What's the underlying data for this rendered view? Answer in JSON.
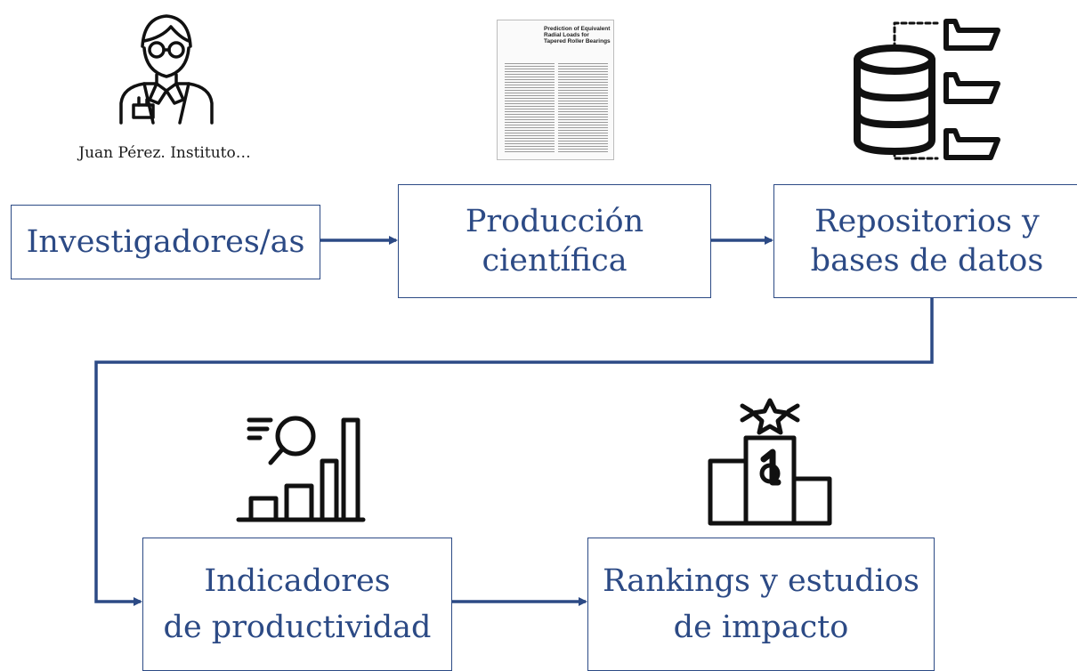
{
  "caption": "Juan Pérez. Instituto…",
  "paper": {
    "title": "Prediction of Equivalent Radial Loads for Tapered Roller Bearings"
  },
  "boxes": {
    "investigadores": {
      "lines": [
        "Investigadores/as"
      ]
    },
    "produccion": {
      "lines": [
        "Producción",
        "científica"
      ]
    },
    "repositorios": {
      "lines": [
        "Repositorios y",
        "bases de datos"
      ]
    },
    "indicadores": {
      "lines": [
        "Indicadores",
        "de productividad"
      ]
    },
    "rankings": {
      "lines": [
        "Rankings y estudios",
        "de impacto"
      ]
    }
  },
  "icons": [
    "scientist-icon",
    "paper-document-icon",
    "database-folders-icon",
    "search-analytics-icon",
    "podium-star-icon"
  ],
  "colors": {
    "accent": "#2c4a85",
    "icon": "#111111"
  }
}
